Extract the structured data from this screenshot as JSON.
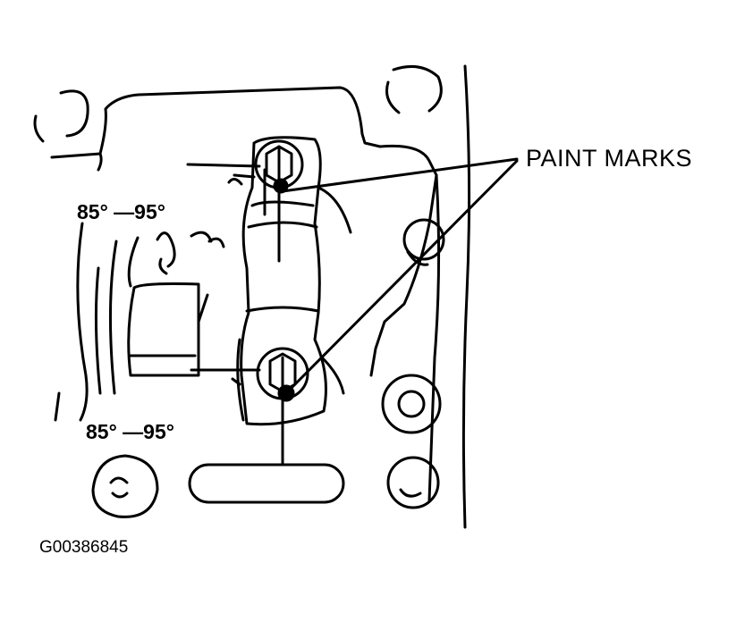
{
  "labels": {
    "paint_marks": "PAINT MARKS",
    "angle_top": "85° —95°",
    "angle_bottom": "85° —95°",
    "figure_id": "G00386845"
  }
}
